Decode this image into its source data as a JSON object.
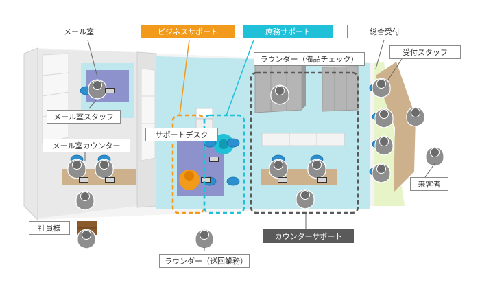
{
  "labels": {
    "mail_room": "メール室",
    "business_support": "ビジネスサポート",
    "general_affairs_support": "庶務サポート",
    "general_reception": "総合受付",
    "reception_staff": "受付スタッフ",
    "lounger_equipment_check": "ラウンダー（備品チェック）",
    "mail_room_staff": "メール室スタッフ",
    "support_desk": "サポートデスク",
    "mail_room_counter": "メール室カウンター",
    "visitor": "来客者",
    "employee": "社員様",
    "counter_support": "カウンターサポート",
    "lounger_patrol": "ラウンダー（巡回業務）"
  },
  "colors": {
    "business_support": "#f29a1c",
    "general_affairs_support": "#1fc0d8",
    "floor_blue": "#bfe7ee",
    "reception_floor": "#e6f4c8",
    "desk": "#cdb08c",
    "chair": "#2b8fd0",
    "label_dark": "#5a5a5a"
  }
}
